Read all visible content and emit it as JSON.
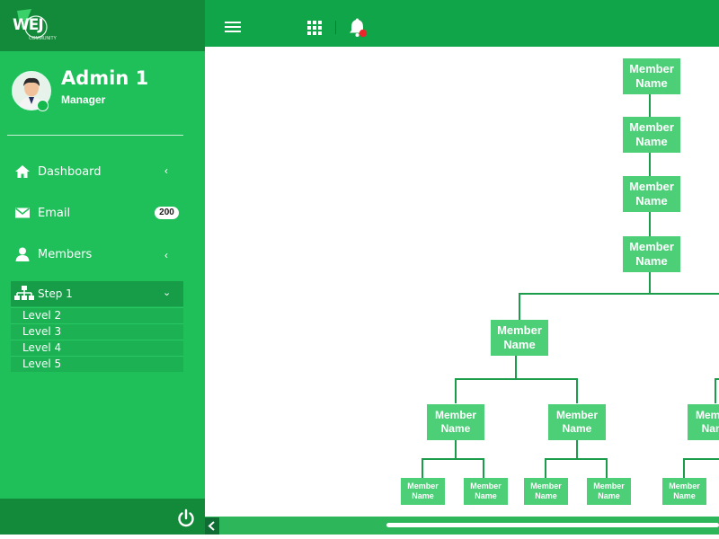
{
  "brand": {
    "logo_text": "WEJ",
    "logo_sub": "COMMUNITY"
  },
  "user": {
    "name": "Admin 1",
    "role": "Manager"
  },
  "sidebar": {
    "items": [
      {
        "label": "Dashboard",
        "icon": "home-icon"
      },
      {
        "label": "Email",
        "icon": "mail-icon",
        "badge": "200"
      },
      {
        "label": "Members",
        "icon": "user-icon"
      }
    ],
    "step": {
      "label": "Step 1",
      "icon": "org-chart-icon"
    },
    "levels": [
      "Level 2",
      "Level 3",
      "Level 4",
      "Level 5"
    ]
  },
  "topbar": {
    "icons": [
      "menu-icon",
      "apps-grid-icon",
      "bell-icon"
    ]
  },
  "tree": {
    "member_label": "Member\nName"
  },
  "colors": {
    "sidebar": "#1fbf5a",
    "sidebar_dark": "#138a3a",
    "topbar": "#11a54a",
    "node": "#4ccf77",
    "connector": "#1b9c4a",
    "alert": "#e8262b"
  }
}
